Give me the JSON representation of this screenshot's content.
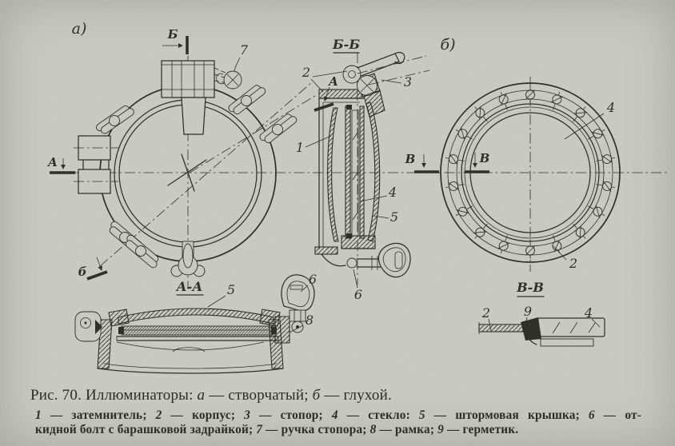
{
  "page": {
    "paper": "#cbccc5",
    "ink": "#2d2d28"
  },
  "figure": {
    "views": {
      "front_hinged": {
        "label": "а)",
        "section_marks": {
          "top": "Б",
          "left": "А",
          "bottom": "б",
          "right": "А"
        },
        "callouts": {
          "c7": "7"
        }
      },
      "section_bb": {
        "title": "Б-Б",
        "callouts": {
          "c1": "1",
          "c2": "2",
          "c3": "3",
          "c4": "4",
          "c5": "5",
          "c6": "6"
        }
      },
      "front_fixed": {
        "label": "б)",
        "section_marks": {
          "left": "В",
          "right": "В"
        },
        "callouts": {
          "c4": "4",
          "c2": "2"
        }
      },
      "section_aa": {
        "title": "А-А",
        "callouts": {
          "c5": "5",
          "c6": "6",
          "c8": "8"
        }
      },
      "section_vv": {
        "title": "В-В",
        "callouts": {
          "c2": "2",
          "c9": "9",
          "c4": "4"
        }
      }
    },
    "caption": {
      "parts": [
        "Рис. 70. Иллюминаторы: ",
        "а",
        " — створчатый; ",
        "б",
        " — глухой."
      ]
    },
    "legend": {
      "lines": [
        "1 — затемнитель; 2 — корпус; 3 — стопор; 4 — стекло: 5 — штормовая крышка; 6 — от-",
        "кидной болт с барашковой задрайкой; 7 — ручка стопора; 8 — рамка; 9 — герметик."
      ]
    }
  }
}
